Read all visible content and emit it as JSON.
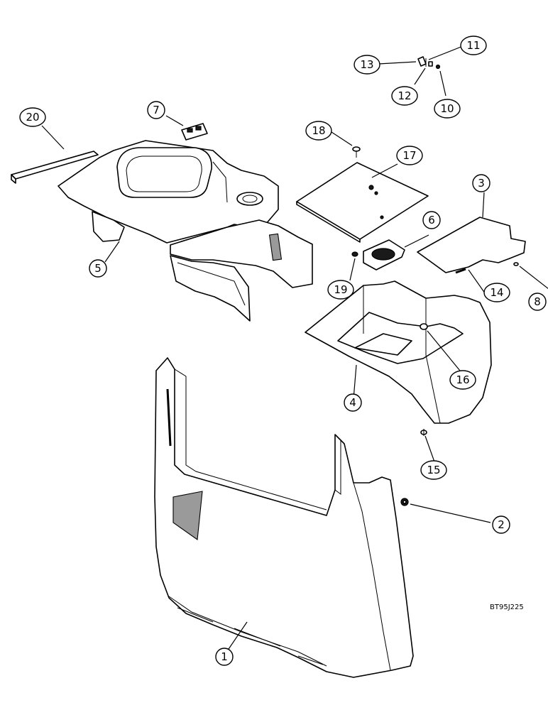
{
  "diagram": {
    "reference_code": "BT95J225",
    "callouts": [
      {
        "id": "c1",
        "label": "1"
      },
      {
        "id": "c2",
        "label": "2"
      },
      {
        "id": "c3",
        "label": "3"
      },
      {
        "id": "c4",
        "label": "4"
      },
      {
        "id": "c5",
        "label": "5"
      },
      {
        "id": "c6",
        "label": "6"
      },
      {
        "id": "c7",
        "label": "7"
      },
      {
        "id": "c8",
        "label": "8"
      },
      {
        "id": "c10",
        "label": "10"
      },
      {
        "id": "c11",
        "label": "11"
      },
      {
        "id": "c12",
        "label": "12"
      },
      {
        "id": "c13",
        "label": "13"
      },
      {
        "id": "c14",
        "label": "14"
      },
      {
        "id": "c15",
        "label": "15"
      },
      {
        "id": "c16",
        "label": "16"
      },
      {
        "id": "c17",
        "label": "17"
      },
      {
        "id": "c18",
        "label": "18"
      },
      {
        "id": "c19",
        "label": "19"
      },
      {
        "id": "c20",
        "label": "20"
      }
    ]
  }
}
